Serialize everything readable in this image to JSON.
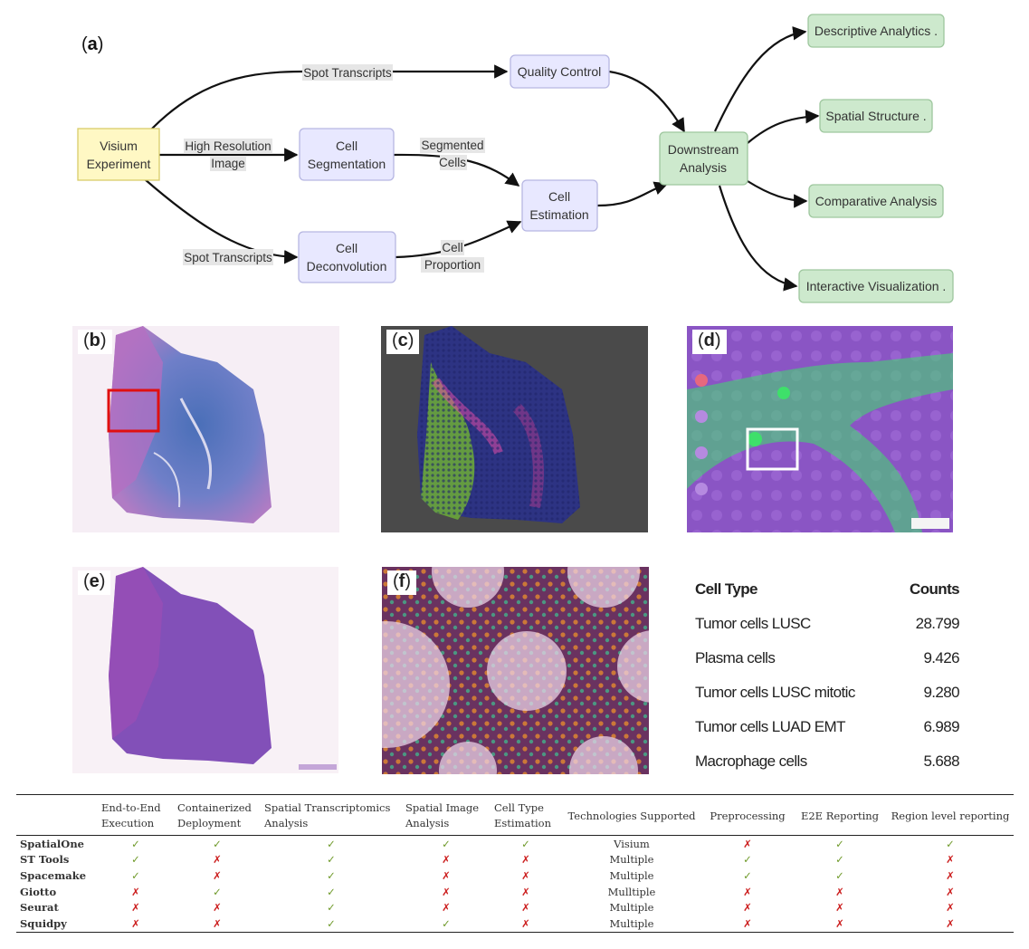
{
  "flowchart": {
    "label": "a",
    "nodes": {
      "visium": [
        "Visium",
        "Experiment"
      ],
      "qc": [
        "Quality Control"
      ],
      "seg": [
        "Cell",
        "Segmentation"
      ],
      "deconv": [
        "Cell",
        "Deconvolution"
      ],
      "est": [
        "Cell",
        "Estimation"
      ],
      "down": [
        "Downstream",
        "Analysis"
      ],
      "desc": [
        "Descriptive Analytics ."
      ],
      "spatial": [
        "Spatial Structure ."
      ],
      "comp": [
        "Comparative Analysis"
      ],
      "interactive": [
        "Interactive Visualization ."
      ]
    },
    "edge_labels": {
      "spot_top": [
        "Spot Transcripts"
      ],
      "hires": [
        "High Resolution",
        "Image"
      ],
      "spot_bottom": [
        "Spot Transcripts"
      ],
      "segmented": [
        "Segmented",
        "Cells"
      ],
      "proportion": [
        "Cell",
        "Proportion"
      ]
    }
  },
  "panels": {
    "b": "b",
    "c": "c",
    "d": "d",
    "e": "e",
    "f": "f"
  },
  "cell_counts": {
    "header": {
      "type": "Cell Type",
      "counts": "Counts"
    },
    "rows": [
      {
        "type": "Tumor cells LUSC",
        "count": "28.799"
      },
      {
        "type": "Plasma cells",
        "count": "9.426"
      },
      {
        "type": "Tumor cells LUSC mitotic",
        "count": "9.280"
      },
      {
        "type": "Tumor cells LUAD EMT",
        "count": "6.989"
      },
      {
        "type": "Macrophage cells",
        "count": "5.688"
      }
    ]
  },
  "comparison": {
    "headers": [
      "",
      "End-to-End Execution",
      "Containerized Deployment",
      "Spatial Transcriptomics Analysis",
      "Spatial Image Analysis",
      "Cell Type Estimation",
      "Technologies Supported",
      "Preprocessing",
      "E2E Reporting",
      "Region level reporting"
    ],
    "rows": [
      [
        "SpatialOne",
        "✓",
        "✓",
        "✓",
        "✓",
        "✓",
        "Visium",
        "✗",
        "✓",
        "✓"
      ],
      [
        "ST Tools",
        "✓",
        "✗",
        "✓",
        "✗",
        "✗",
        "Multiple",
        "✓",
        "✓",
        "✗"
      ],
      [
        "Spacemake",
        "✓",
        "✗",
        "✓",
        "✗",
        "✗",
        "Multiple",
        "✓",
        "✓",
        "✗"
      ],
      [
        "Giotto",
        "✗",
        "✓",
        "✓",
        "✗",
        "✗",
        "Mulltiple",
        "✗",
        "✗",
        "✗"
      ],
      [
        "Seurat",
        "✗",
        "✗",
        "✓",
        "✗",
        "✗",
        "Multiple",
        "✗",
        "✗",
        "✗"
      ],
      [
        "Squidpy",
        "✗",
        "✗",
        "✓",
        "✓",
        "✗",
        "Multiple",
        "✗",
        "✗",
        "✗"
      ]
    ]
  },
  "colors": {
    "input": "#fff8c4",
    "process": "#e8e8ff",
    "output": "#cde9cd",
    "check": "#6f9a2a",
    "cross": "#cc1f1f"
  }
}
